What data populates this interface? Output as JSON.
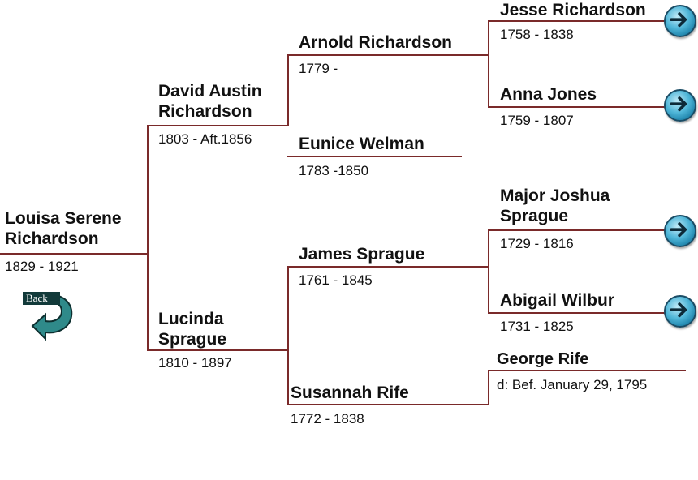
{
  "back": {
    "label": "Back"
  },
  "people": {
    "p1": {
      "name": "Louisa Serene Richardson",
      "dates": "1829 - 1921"
    },
    "p2": {
      "name": "David Austin Richardson",
      "dates": "1803 - Aft.1856"
    },
    "p3": {
      "name": "Lucinda Sprague",
      "dates": "1810 - 1897"
    },
    "p4": {
      "name": "Arnold Richardson",
      "dates": "1779 -"
    },
    "p5": {
      "name": "Eunice Welman",
      "dates": "1783 -1850"
    },
    "p6": {
      "name": "James Sprague",
      "dates": "1761 - 1845"
    },
    "p7": {
      "name": "Susannah Rife",
      "dates": "1772 - 1838"
    },
    "p8": {
      "name": "Jesse Richardson",
      "dates": "1758 - 1838"
    },
    "p9": {
      "name": "Anna Jones",
      "dates": "1759 - 1807"
    },
    "p12": {
      "name": "Major Joshua Sprague",
      "dates": "1729 - 1816"
    },
    "p13": {
      "name": "Abigail Wilbur",
      "dates": "1731 - 1825"
    },
    "p14": {
      "name": "George Rife",
      "dates": "d: Bef. January 29, 1795"
    }
  },
  "icons": {
    "next": "arrow-right-icon",
    "back": "curved-back-arrow-icon"
  },
  "colors": {
    "connector": "#7a2a2a",
    "button": "#4fb6d8"
  }
}
